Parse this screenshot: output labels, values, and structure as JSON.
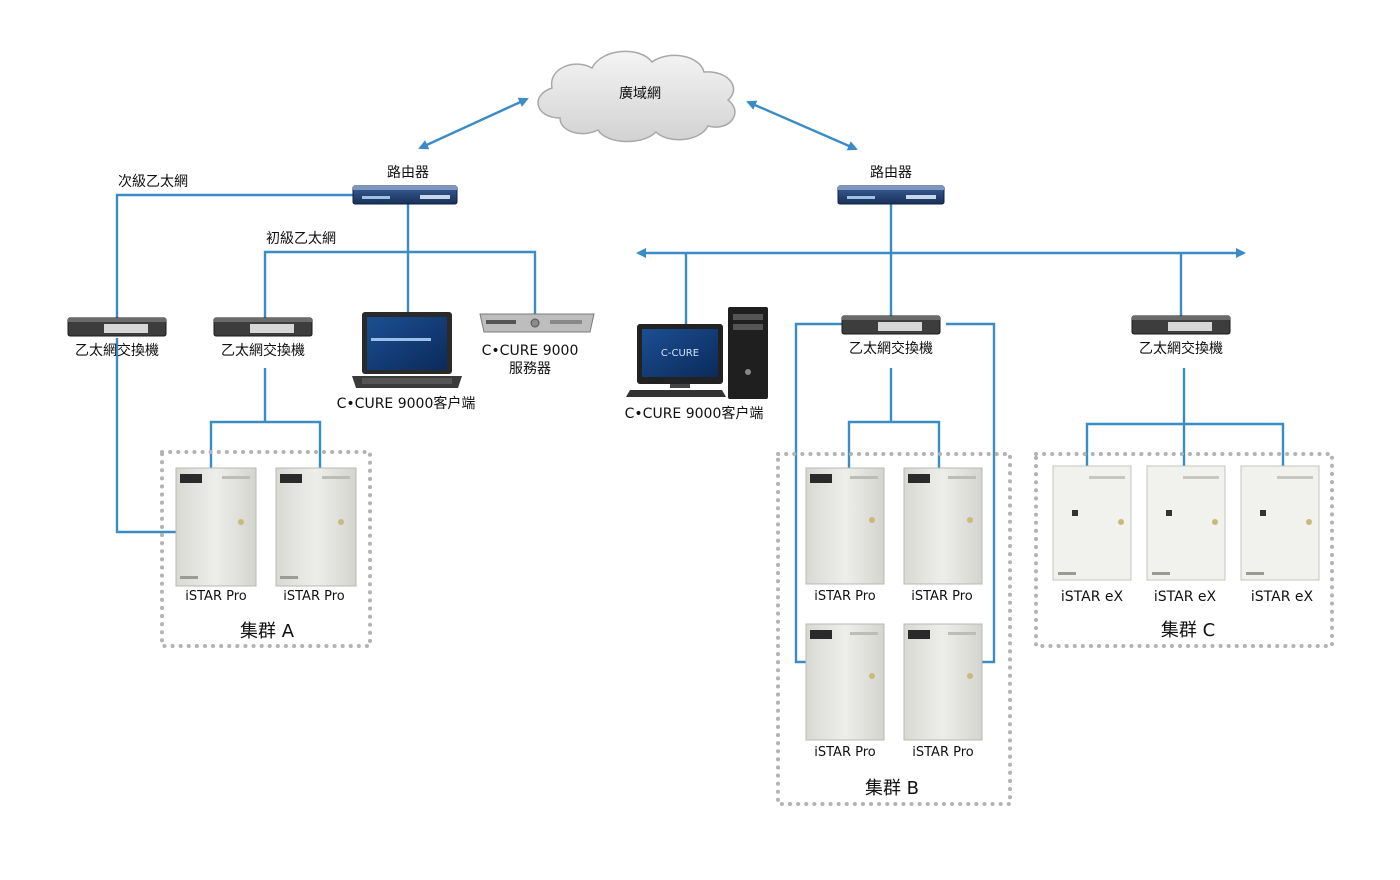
{
  "wan": {
    "label": "廣域網"
  },
  "routers": [
    {
      "label": "路由器"
    },
    {
      "label": "路由器"
    }
  ],
  "networks": {
    "secondary": "次級乙太網",
    "primary": "初級乙太網"
  },
  "switches": [
    {
      "label": "乙太網交換機"
    },
    {
      "label": "乙太網交換機"
    },
    {
      "label": "乙太網交換機"
    },
    {
      "label": "乙太網交換機"
    }
  ],
  "devices": {
    "laptop_client": "C•CURE 9000客户端",
    "server_line1": "C•CURE 9000",
    "server_line2": "服務器",
    "desktop_client": "C•CURE 9000客户端",
    "desktop_screen_text": "C-CURE"
  },
  "clusters": {
    "a": {
      "label": "集群 A",
      "controllers": [
        "iSTAR Pro",
        "iSTAR Pro"
      ]
    },
    "b": {
      "label": "集群 B",
      "controllers": [
        "iSTAR Pro",
        "iSTAR Pro",
        "iSTAR Pro",
        "iSTAR Pro"
      ]
    },
    "c": {
      "label": "集群 C",
      "controllers": [
        "iSTAR eX",
        "iSTAR eX",
        "iSTAR eX"
      ]
    }
  },
  "colors": {
    "link": "#3a8cc6",
    "router_body": "#1f3f73",
    "switch_body": "#3a3a3a",
    "cabinet": "#e6e6e2",
    "cluster_border": "#b3b3b3"
  }
}
